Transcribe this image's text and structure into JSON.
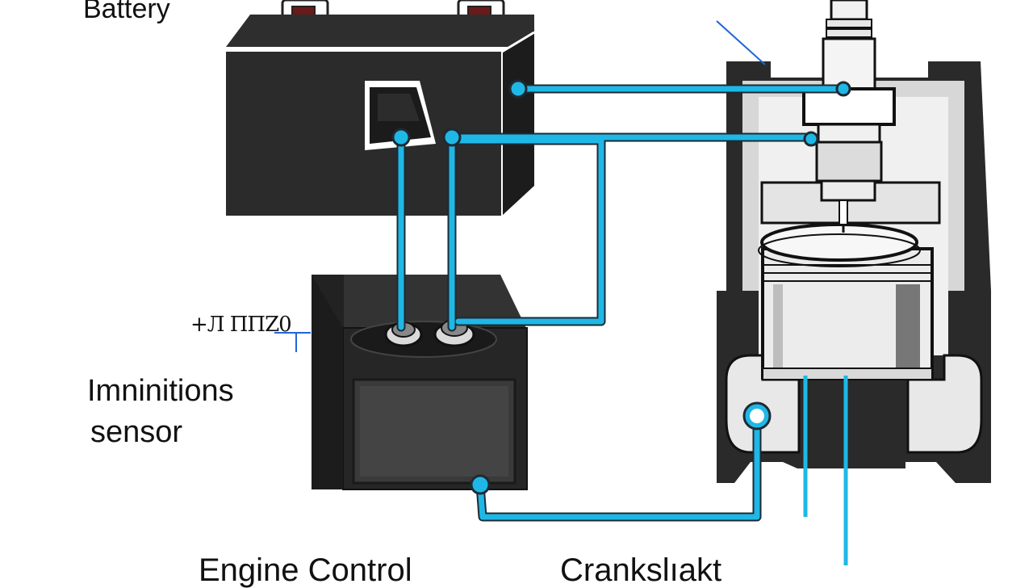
{
  "labels": {
    "battery": "Battery",
    "small_annotation": "+Л ППZ0",
    "sensor_line1": "Imninitions",
    "sensor_line2": "sensor",
    "engine_control": "Engine Control",
    "crankshaft": "Crankslıakt"
  },
  "colors": {
    "wire": "#1fb8e6",
    "wire_outline": "#1e2a33",
    "battery_body": "#2b2b2b",
    "ecu_body": "#262626",
    "engine_block": "#2a2a2a",
    "piston": "#eeeeee",
    "terminal_red": "#6b1a1a"
  }
}
